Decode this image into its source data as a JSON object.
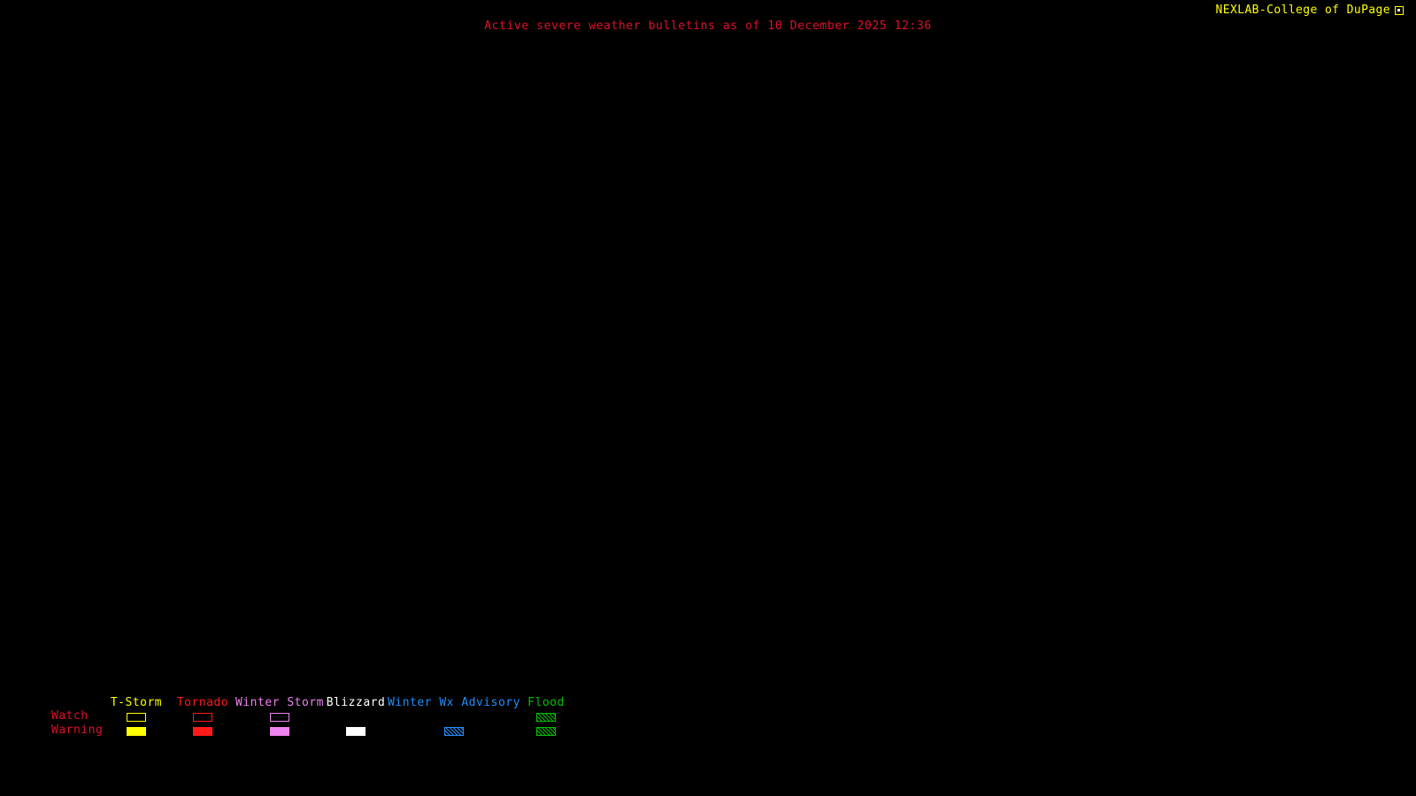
{
  "header": {
    "title": "Active severe weather bulletins as of 10 December 2025 12:36",
    "brand": "NEXLAB-College of DuPage"
  },
  "colors": {
    "background": "#000000",
    "title_text": "#e0102a",
    "brand_text": "#ffff00",
    "row_label_text": "#e0102a"
  },
  "legend": {
    "watch_label": "Watch",
    "warning_label": "Warning",
    "columns": [
      {
        "label": "T-Storm",
        "color": "#ffff00",
        "watch_style": "outline",
        "warning_style": "fill"
      },
      {
        "label": "Tornado",
        "color": "#ff1a1a",
        "watch_style": "outline",
        "warning_style": "fill"
      },
      {
        "label": "Winter Storm",
        "color": "#ee82ee",
        "watch_style": "outline",
        "warning_style": "fill"
      },
      {
        "label": "Blizzard",
        "color": "#ffffff",
        "watch_style": "none",
        "warning_style": "fill"
      },
      {
        "label": "Winter Wx Advisory",
        "color": "#1e90ff",
        "watch_style": "none",
        "warning_style": "hatch"
      },
      {
        "label": "Flood",
        "color": "#00c000",
        "watch_style": "hatch",
        "warning_style": "hatch"
      }
    ]
  }
}
